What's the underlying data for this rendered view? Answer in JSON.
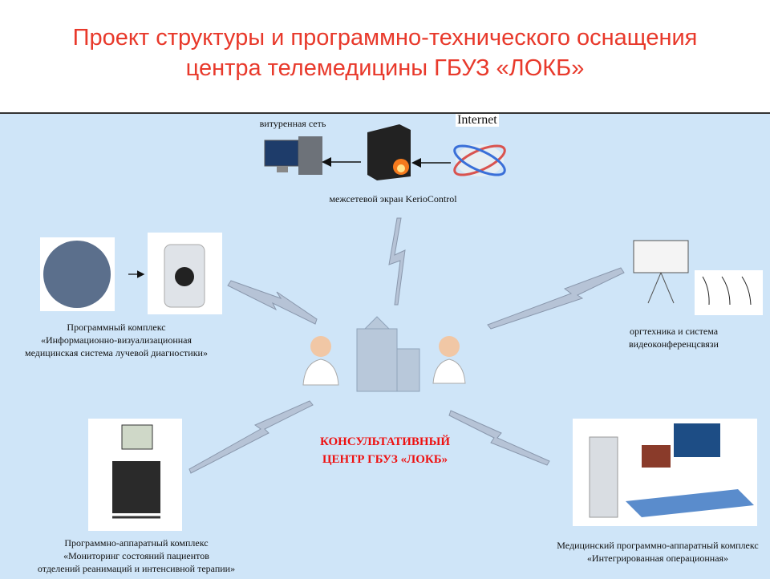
{
  "title": {
    "line1": "Проект структуры и программно-технического оснащения",
    "line2": "центра телемедицины ГБУЗ «ЛОКБ»"
  },
  "network": {
    "internal": "витуренная сеть",
    "internet": "Internet",
    "firewall": "межсетевой экран KerioControl"
  },
  "center": {
    "line1": "КОНСУЛЬТАТИВНЫЙ",
    "line2": "ЦЕНТР ГБУЗ «ЛОКБ»"
  },
  "radiology": {
    "line1": "Программный комплекс",
    "line2": "«Информационно-визуализационная",
    "line3": "медицинская система лучевой диагностики»"
  },
  "video": {
    "line1": "оргтехника и система",
    "line2": "видеоконференцсвязи"
  },
  "monitoring": {
    "line1": "Программно-аппаратный комплекс",
    "line2": "«Мониторинг состояний пациентов",
    "line3": "отделений реанимаций и интенсивной терапии»"
  },
  "operating": {
    "line1": "Медицинский  программно-аппаратный комплекс",
    "line2": "«Интегрированная операционная»"
  }
}
